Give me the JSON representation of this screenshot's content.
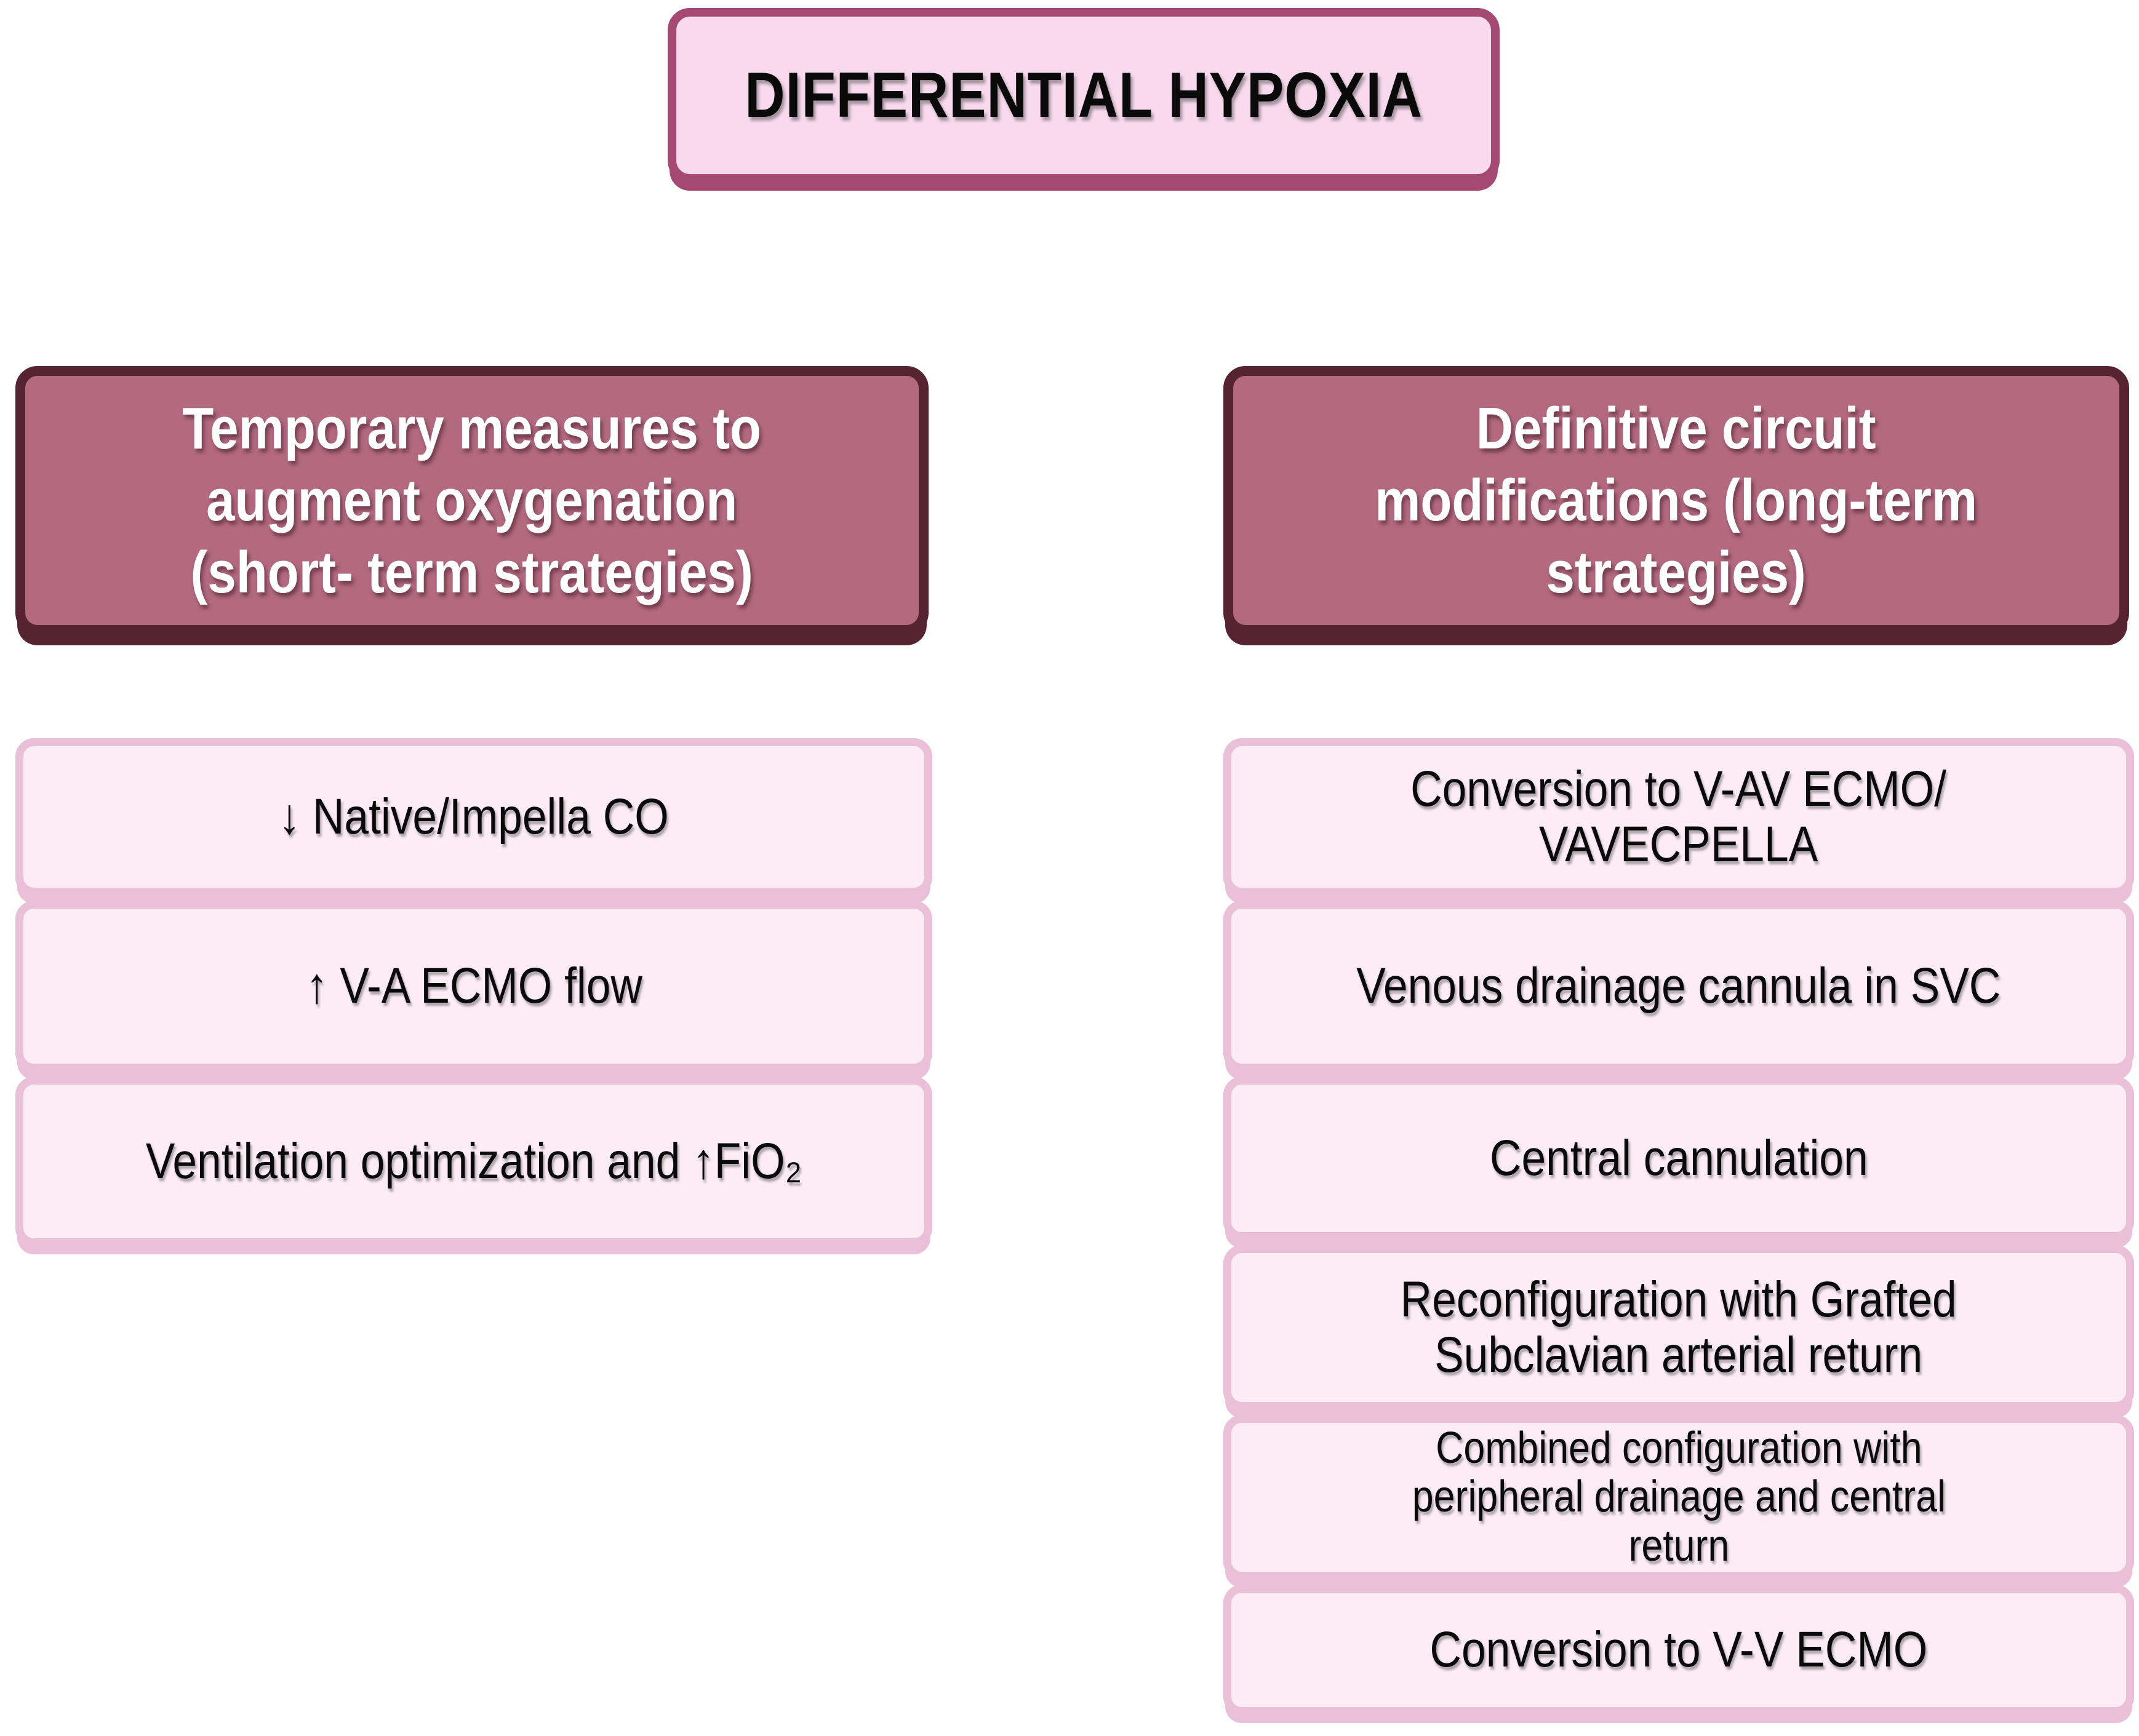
{
  "title": {
    "label": "DIFFERENTIAL HYPOXIA"
  },
  "left_column": {
    "header": "Temporary measures to\naugment oxygenation\n(short- term strategies)",
    "items": [
      "↓ Native/Impella CO",
      "↑ V-A ECMO flow",
      "Ventilation optimization and ↑FiO₂"
    ]
  },
  "right_column": {
    "header": "Definitive circuit\nmodifications (long-term\nstrategies)",
    "items": [
      "Conversion to V-AV ECMO/\nVAVECPELLA",
      "Venous drainage cannula in SVC",
      "Central cannulation",
      "Reconfiguration with Grafted\nSubclavian arterial return",
      "Combined configuration with\nperipheral drainage and central\nreturn",
      "Conversion to V-V ECMO"
    ]
  },
  "colors": {
    "page_background": "#ffffff",
    "title_fill": "#f8d9ed",
    "title_border": "#a54973",
    "title_text": "#000000",
    "header_fill": "#b36a80",
    "header_border": "#552332",
    "header_text": "#ffffff",
    "item_fill": "#fdecf6",
    "item_border": "#eabfd8",
    "item_text": "#000000"
  }
}
